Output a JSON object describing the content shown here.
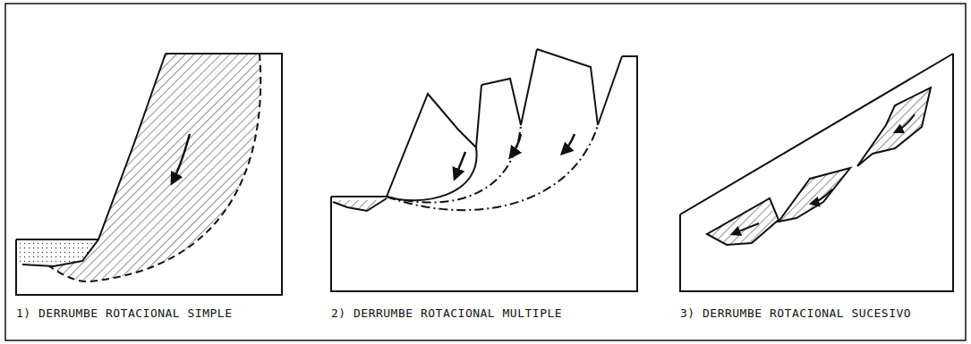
{
  "diagram": {
    "labels": [
      "1) DERRUMBE ROTACIONAL SIMPLE",
      "2) DERRUMBE ROTACIONAL MULTIPLE",
      "3) DERRUMBE ROTACIONAL SUCESIVO"
    ]
  }
}
